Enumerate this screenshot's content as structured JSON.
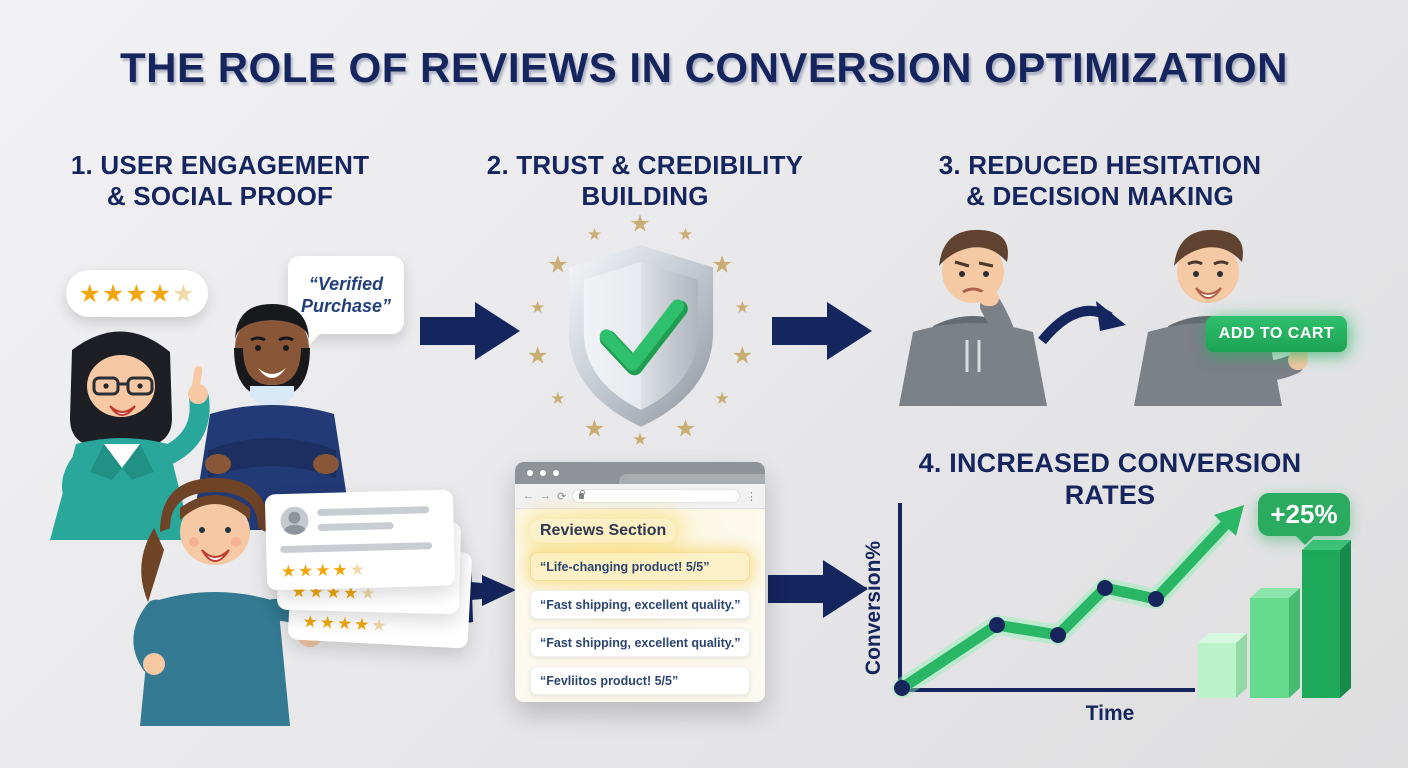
{
  "title": "THE ROLE OF REVIEWS IN CONVERSION OPTIMIZATION",
  "sections": [
    {
      "line1": "1. USER ENGAGEMENT",
      "line2": "& SOCIAL PROOF"
    },
    {
      "line1": "2. TRUST & CREDIBILITY",
      "line2": "BUILDING"
    },
    {
      "line1": "3. REDUCED HESITATION",
      "line2": "& DECISION MAKING"
    },
    {
      "line1": "4. INCREASED CONVERSION RATES",
      "line2": ""
    }
  ],
  "social_proof": {
    "stars_filled": "★★★★",
    "star_pale": "★",
    "bubble_line1": "“Verified",
    "bubble_line2": "Purchase”"
  },
  "review_cards": {
    "stars_filled": "★★★★",
    "star_pale": "★"
  },
  "shield": {
    "ring_star_count": 14,
    "star_char": "★",
    "check_icon": "green-checkmark"
  },
  "cta": {
    "label": "ADD TO CART"
  },
  "browser": {
    "heading": "Reviews Section",
    "reviews": [
      {
        "text": "“Life-changing product! 5/5”",
        "highlighted": true
      },
      {
        "text": "“Fast shipping, excellent quality.”",
        "highlighted": false
      },
      {
        "text": "“Fast shipping, excellent quality.”",
        "highlighted": false
      },
      {
        "text": "“Fevliitos product! 5/5”",
        "highlighted": false
      }
    ]
  },
  "chart_data": [
    {
      "type": "line",
      "title": "",
      "xlabel": "Time",
      "ylabel": "Conversion%",
      "x": [
        0,
        1,
        2,
        3,
        4,
        5
      ],
      "y": [
        2,
        42,
        38,
        65,
        60,
        90
      ],
      "annotation": "+25%",
      "line_color": "#29b765",
      "point_color": "#16265c",
      "notes": "upward trend line ending in arrow, no gridlines, axes unlabeled ticks"
    },
    {
      "type": "bar",
      "categories": [
        "bar-low",
        "bar-mid",
        "bar-high"
      ],
      "values": [
        30,
        55,
        82
      ],
      "colors": [
        "#baf2ca",
        "#66da8e",
        "#1fa95a"
      ],
      "notes": "3D green bars ascending beside trend line"
    }
  ],
  "colors": {
    "navy": "#17255e",
    "green": "#29b765",
    "gold_star": "#f2a60d",
    "pale_star": "#f0d9a8",
    "ring_star_tan": "#c9ad74",
    "badge_green": "#2aab5f"
  }
}
